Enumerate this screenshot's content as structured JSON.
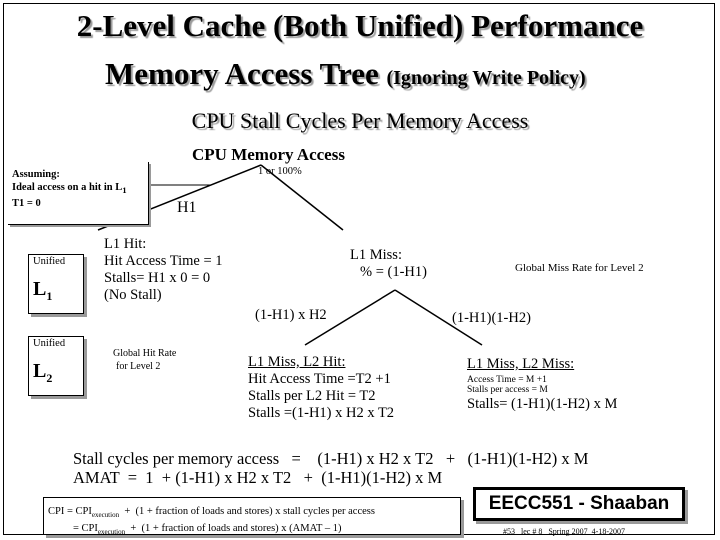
{
  "title": {
    "line1": "2-Level Cache (Both Unified) Performance",
    "line2_main": "Memory Access Tree",
    "line2_note": "(Ignoring Write Policy)"
  },
  "subtitle": "CPU  Stall Cycles Per Memory Access",
  "assumption": {
    "line1": "Assuming:",
    "line2_prefix": "Ideal access on a hit in L",
    "line2_sub": "1",
    "line3": "T1 = 0"
  },
  "legend": {
    "l1": {
      "label": "Unified",
      "level": "L",
      "sub": "1"
    },
    "l2": {
      "label": "Unified",
      "level": "L",
      "sub": "2"
    }
  },
  "tree": {
    "root": "CPU Memory  Access",
    "root_prob": "1 or 100%",
    "left_prob": "H1",
    "l1_hit": [
      "L1  Hit:",
      "Hit Access Time = 1",
      "Stalls= H1 x 0 = 0",
      "(No Stall)"
    ],
    "l1_miss": [
      "L1  Miss:",
      "%  =  (1-H1)"
    ],
    "global_miss_note": "Global Miss Rate for Level 2",
    "global_hit_note": [
      "Global Hit Rate",
      "for Level 2"
    ],
    "l2_hit_prob": "(1-H1) x H2",
    "l2_miss_prob": "(1-H1)(1-H2)",
    "l2_hit": [
      "L1 Miss, L2  Hit:",
      "Hit Access Time =T2 +1",
      "Stalls per L2 Hit = T2",
      "Stalls =(1-H1) x H2 x T2"
    ],
    "l2_miss": {
      "heading": "L1 Miss, L2   Miss:",
      "access": "Access Time = M +1",
      "stalls_note": "Stalls per access = M",
      "stalls": "Stalls=  (1-H1)(1-H2) x M"
    }
  },
  "equations": {
    "stall": "Stall cycles per memory access   =    (1-H1) x H2 x T2   +   (1-H1)(1-H2) x M",
    "amat": "AMAT  =  1  + (1-H1) x H2 x T2   +  (1-H1)(1-H2) x M"
  },
  "cpi": {
    "line1_start": "CPI = CPI",
    "line1_sub": "execution",
    "line1_end": "  +  (1 + fraction of loads and stores) x stall cycles per access",
    "line2_start": "= CPI",
    "line2_sub": "execution",
    "line2_end": "  +  (1 + fraction of loads and stores) x (AMAT – 1)"
  },
  "brand": "EECC551 - Shaaban",
  "footer": "#53   lec # 8   Spring 2007  4-18-2007"
}
